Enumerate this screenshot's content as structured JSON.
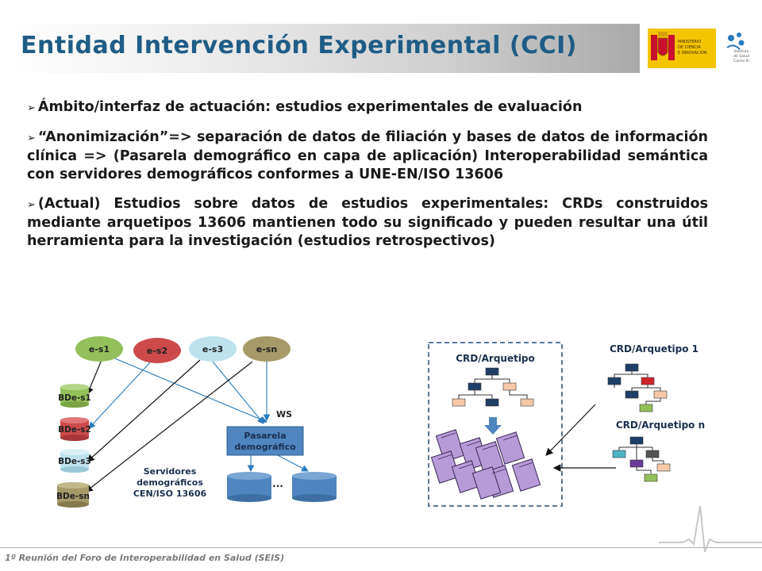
{
  "slide": {
    "title": "Entidad Intervención Experimental (CCI)",
    "bullets": [
      "Ámbito/interfaz de actuación: estudios experimentales de evaluación",
      "“Anonimización”=> separación de datos de filiación y bases de datos de información clínica => (Pasarela demográfico en capa de aplicación) Interoperabilidad semántica con servidores demográficos conformes a UNE-EN/ISO 13606",
      "(Actual) Estudios sobre datos de estudios experimentales: CRDs construidos mediante arquetipos 13606 mantienen todo su significado y pueden resultar una útil herramienta para la investigación (estudios retrospectivos)"
    ],
    "footer": "1º Reunión del Foro de Interoperabilidad en Salud (SEIS)"
  },
  "logos": {
    "ministry": [
      "MINISTERIO",
      "DE CIENCIA",
      "E INNOVACIÓN"
    ],
    "institute": [
      "Instituto",
      "de Salud",
      "Carlos III"
    ]
  },
  "diagram_left": {
    "servers": [
      "e-s1",
      "e-s2",
      "e-s3",
      "e-sn"
    ],
    "databases": [
      "BDe-s1",
      "BDe-s2",
      "BDe-s3",
      "BDe-sn"
    ],
    "ws_label": "WS",
    "gateway": [
      "Pasarela",
      "demográfico"
    ],
    "ellipsis": "...",
    "servers_caption": [
      "Servidores",
      "demográficos",
      "CEN/ISO 13606"
    ],
    "colors": {
      "e-s1": "#93c05a",
      "e-s2": "#cc4a4a",
      "e-s3": "#bde2ee",
      "e-sn": "#a59a68",
      "gateway": "#4f86bf",
      "db": "#4f86bf"
    }
  },
  "diagram_right": {
    "box_label": "CRD/Arquetipo",
    "arch1_label": "CRD/Arquetipo 1",
    "archn_label": "CRD/Arquetipo n"
  }
}
